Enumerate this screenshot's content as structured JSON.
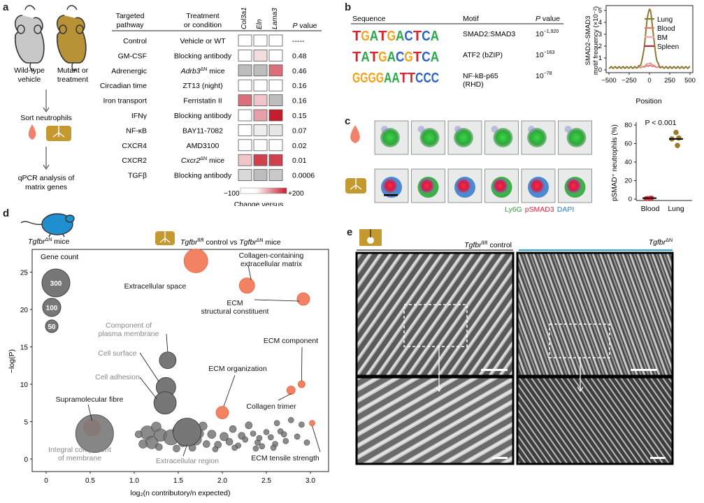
{
  "panel_labels": {
    "a": "a",
    "b": "b",
    "c": "c",
    "d": "d",
    "e": "e"
  },
  "a": {
    "mouse_wt": "Wild-type\nvehicle",
    "mouse_mut": "Mutant or\ntreatment",
    "sort": "Sort neutrophils",
    "qpcr": "qPCR analysis of\nmatrix genes",
    "hdr_pathway": "Targeted\npathway",
    "hdr_treat": "Treatment\nor condition",
    "hdr_genes": [
      "Col3a1",
      "Eln",
      "Lama3"
    ],
    "hdr_p": "P value",
    "rows": [
      {
        "pathway": "Control",
        "treatment": "Vehicle or WT",
        "p": "-----",
        "cells": [
          "#ffffff",
          "#ffffff",
          "#ffffff"
        ]
      },
      {
        "pathway": "GM-CSF",
        "treatment": "Blocking antibody",
        "p": "0.48",
        "cells": [
          "#ffffff",
          "#f3dede",
          "#ffffff"
        ]
      },
      {
        "pathway": "Adrenergic",
        "treatment": "Adrb3ΔN mice",
        "p": "0.46",
        "cells": [
          "#bdbdbd",
          "#bdbdbd",
          "#d9707a"
        ]
      },
      {
        "pathway": "Circadian time",
        "treatment": "ZT13 (night)",
        "p": "0.16",
        "cells": [
          "#ffffff",
          "#ffffff",
          "#ffffff"
        ]
      },
      {
        "pathway": "Iron transport",
        "treatment": "Ferristatin II",
        "p": "0.16",
        "cells": [
          "#d9707a",
          "#f0c4c8",
          "#bdbdbd"
        ]
      },
      {
        "pathway": "IFNγ",
        "treatment": "Blocking antibody",
        "p": "0.15",
        "cells": [
          "#ffffff",
          "#e5a0a8",
          "#c41e2e"
        ]
      },
      {
        "pathway": "NF-κB",
        "treatment": "BAY11-7082",
        "p": "0.07",
        "cells": [
          "#ffffff",
          "#eeeeee",
          "#e6e6e6"
        ]
      },
      {
        "pathway": "CXCR4",
        "treatment": "AMD3100",
        "p": "0.02",
        "cells": [
          "#ffffff",
          "#ffffff",
          "#ffffff"
        ]
      },
      {
        "pathway": "CXCR2",
        "treatment": "Cxcr2ΔN mice",
        "p": "0.01",
        "cells": [
          "#f0c4c8",
          "#d0404e",
          "#d0404e"
        ]
      },
      {
        "pathway": "TGFβ",
        "treatment": "Blocking antibody",
        "p": "0.0006",
        "cells": [
          "#d9d9d9",
          "#bdbdbd",
          "#c9c9c9"
        ]
      }
    ],
    "scale_min": "−100",
    "scale_max": "+200",
    "scale_label": "Change versus\ncontrol (%)"
  },
  "b": {
    "hdr_seq": "Sequence",
    "hdr_motif": "Motif",
    "hdr_p": "P value",
    "motifs": [
      {
        "seq": "TGATGACTCA",
        "name": "SMAD2:SMAD3",
        "p": "10⁻¹˙⁹²⁰"
      },
      {
        "seq": "TATGACGTCA",
        "name": "ATF2 (bZIP)",
        "p": "10⁻¹⁶³"
      },
      {
        "seq": "GGGGAATTCCC",
        "name": "NF-kB-p65\n(RHD)",
        "p": "10⁻⁷⁸"
      }
    ],
    "motif_p_exp": [
      "−1,920",
      "−163",
      "−78"
    ],
    "chart": {
      "type": "line",
      "xlabel": "Position",
      "ylabel": "SMAD2–SMAD3\nmotif frequency (×10⁻²)",
      "xticks": [
        "−500",
        "−250",
        "0",
        "250",
        "500"
      ],
      "yticks": [
        "0",
        "1",
        "2",
        "3",
        "4",
        "5"
      ],
      "legend": [
        {
          "name": "Lung",
          "color": "#8c7a33"
        },
        {
          "name": "Blood",
          "color": "#e07a6a"
        },
        {
          "name": "BM",
          "color": "#f2a7a0"
        },
        {
          "name": "Spleen",
          "color": "#b8263c"
        }
      ]
    }
  },
  "c": {
    "legend_ly6g": "Ly6G",
    "legend_psmad": "pSMAD3",
    "legend_dapi": "DAPI",
    "chart": {
      "type": "scatter",
      "ylabel": "pSMAD⁺ neutrophils (%)",
      "categories": [
        "Blood",
        "Lung"
      ],
      "yticks": [
        "0",
        "20",
        "40",
        "60",
        "80"
      ],
      "ylim": [
        0,
        80
      ],
      "pvalue": "P < 0.001",
      "blood_values": [
        0.5,
        1,
        0.8,
        1.2
      ],
      "lung_values": [
        58,
        65,
        66,
        72
      ],
      "blood_mean": 1,
      "lung_mean": 65
    }
  },
  "d": {
    "mouse_label": "TgfbrΔN mice",
    "title": "Tgfbrfl/fl control vs TgfbrΔN mice",
    "gene_count": "Gene count",
    "sizes": [
      "300",
      "100",
      "50"
    ],
    "xlabel": "log₂(n contributory/n expected)",
    "ylabel": "−log(P)",
    "xticks": [
      "0",
      "0.5",
      "1.0",
      "1.5",
      "2.0",
      "2.5",
      "3.0"
    ],
    "yticks": [
      "0",
      "5",
      "10",
      "15",
      "20",
      "25"
    ],
    "chart_data": {
      "type": "scatter",
      "labeled": [
        {
          "label": "Extracellular space",
          "x": 1.7,
          "y": 26.5,
          "r": 17,
          "color": "#f28262"
        },
        {
          "label": "Collagen-containing\nextracellular matrix",
          "x": 2.28,
          "y": 23.2,
          "r": 11,
          "color": "#f28262"
        },
        {
          "label": "ECM\nstructural constituent",
          "x": 2.92,
          "y": 21.4,
          "r": 9,
          "color": "#f28262"
        },
        {
          "label": "Component of\nplasma membrane",
          "x": 1.38,
          "y": 13.2,
          "r": 12,
          "color": "#777777"
        },
        {
          "label": "Cell surface",
          "x": 1.36,
          "y": 9.6,
          "r": 14,
          "color": "#777777"
        },
        {
          "label": "Cell adhesion",
          "x": 1.35,
          "y": 7.5,
          "r": 16,
          "color": "#777777"
        },
        {
          "label": "ECM organization",
          "x": 2.0,
          "y": 6.2,
          "r": 9,
          "color": "#f28262"
        },
        {
          "label": "ECM component",
          "x": 2.9,
          "y": 10.0,
          "r": 5,
          "color": "#f28262"
        },
        {
          "label": "Collagen trimer",
          "x": 2.78,
          "y": 9.2,
          "r": 6,
          "color": "#f28262"
        },
        {
          "label": "Supramolecular fibre",
          "x": 0.52,
          "y": 4.2,
          "r": 12,
          "color": "#f28262"
        },
        {
          "label": "Integral component\nof membrane",
          "x": 0.55,
          "y": 3.4,
          "r": 27,
          "color": "#7a7a7a"
        },
        {
          "label": "Extracellular region",
          "x": 1.6,
          "y": 3.6,
          "r": 20,
          "color": "#777777"
        },
        {
          "label": "ECM tensile strength",
          "x": 3.02,
          "y": 4.8,
          "r": 4,
          "color": "#f28262"
        }
      ],
      "background": [
        [
          1.15,
          3.5,
          10
        ],
        [
          1.2,
          2.2,
          9
        ],
        [
          1.25,
          4.3,
          7
        ],
        [
          1.3,
          3.2,
          9
        ],
        [
          1.42,
          2.9,
          11
        ],
        [
          1.5,
          3.8,
          8
        ],
        [
          1.55,
          2.2,
          6
        ],
        [
          1.62,
          4.8,
          7
        ],
        [
          1.7,
          2.6,
          8
        ],
        [
          1.78,
          4.4,
          6
        ],
        [
          1.82,
          2.0,
          5
        ],
        [
          1.88,
          3.3,
          6
        ],
        [
          1.95,
          1.9,
          5
        ],
        [
          2.02,
          3.0,
          6
        ],
        [
          2.08,
          2.3,
          5
        ],
        [
          2.12,
          4.0,
          5
        ],
        [
          2.18,
          1.8,
          4
        ],
        [
          2.22,
          3.1,
          5
        ],
        [
          2.26,
          2.6,
          4
        ],
        [
          2.3,
          4.5,
          5
        ],
        [
          2.35,
          3.4,
          4
        ],
        [
          2.4,
          2.2,
          4
        ],
        [
          2.45,
          1.7,
          4
        ],
        [
          2.5,
          3.6,
          4
        ],
        [
          2.55,
          2.9,
          4
        ],
        [
          2.6,
          2.0,
          4
        ],
        [
          2.66,
          3.7,
          4
        ],
        [
          2.72,
          2.4,
          4
        ],
        [
          2.78,
          5.2,
          4
        ],
        [
          2.85,
          3.0,
          4
        ],
        [
          2.9,
          4.6,
          4
        ],
        [
          2.96,
          2.2,
          4
        ],
        [
          1.05,
          3.3,
          5
        ],
        [
          1.1,
          2.0,
          6
        ],
        [
          1.28,
          1.6,
          5
        ],
        [
          1.48,
          1.4,
          5
        ],
        [
          1.66,
          1.5,
          5
        ],
        [
          1.74,
          3.4,
          6
        ],
        [
          1.92,
          1.3,
          4
        ],
        [
          2.14,
          1.5,
          4
        ],
        [
          2.42,
          2.8,
          4
        ],
        [
          2.58,
          1.5,
          4
        ],
        [
          2.7,
          3.3,
          4
        ],
        [
          2.62,
          4.8,
          4
        ],
        [
          2.38,
          1.4,
          4
        ]
      ]
    }
  },
  "e": {
    "label_control": "Tgfbrfl/fl control",
    "label_dn": "TgfbrΔN"
  }
}
